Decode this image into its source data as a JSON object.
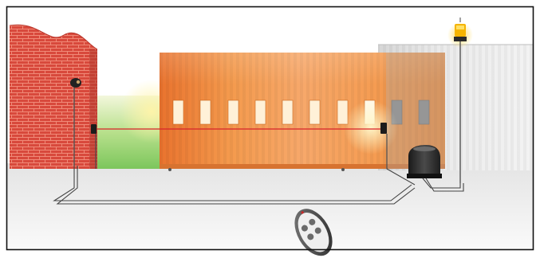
{
  "illustration": {
    "subject": "sliding-gate-automation",
    "components": [
      "brick-pillar",
      "sliding-gate",
      "gate-motor",
      "photocell-transmitter",
      "photocell-receiver",
      "warning-lamp",
      "spotlight",
      "remote-control",
      "wiring"
    ],
    "colors": {
      "brick": "#d84a3c",
      "gate_orange": "#f08a3c",
      "gate_light": "#ffb574",
      "sky_green": "#8fcf6a",
      "ground": "#f4f4f4",
      "wall_grey": "#e6e6e6",
      "motor": "#2a2a2a",
      "beam": "#d8232a",
      "lamp": "#f5b400",
      "frame": "#111111"
    }
  }
}
